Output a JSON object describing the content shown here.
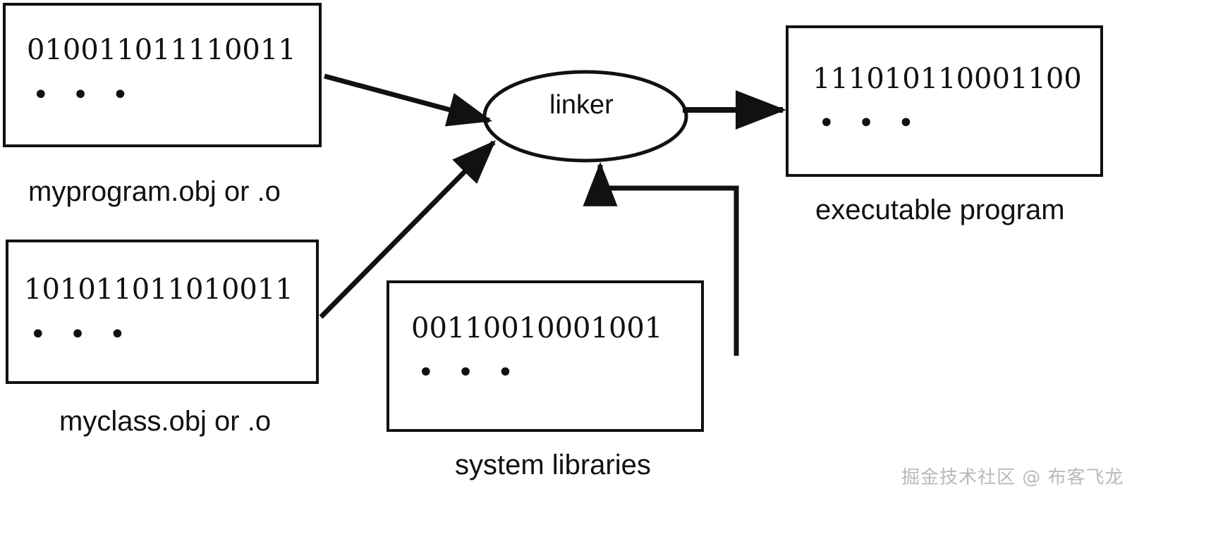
{
  "diagram": {
    "title": "linker diagram",
    "colors": {
      "stroke": "#111111",
      "background": "#ffffff",
      "watermark": "#b9b9b9"
    },
    "nodes": {
      "myprogram_obj": {
        "binary": "010011011110011",
        "ellipsis": "• • •",
        "caption": "myprogram.obj or .o"
      },
      "myclass_obj": {
        "binary": "101011011010011",
        "ellipsis": "• • •",
        "caption": "myclass.obj or .o"
      },
      "system_libraries": {
        "binary": "00110010001001",
        "ellipsis": "• • •",
        "caption": "system libraries"
      },
      "executable_program": {
        "binary": "111010110001100",
        "ellipsis": "• • •",
        "caption": "executable program"
      },
      "linker": {
        "label": "linker"
      }
    },
    "edges": [
      {
        "name": "myprogram-to-linker",
        "from": "myprogram_obj",
        "to": "linker"
      },
      {
        "name": "myclass-to-linker",
        "from": "myclass_obj",
        "to": "linker"
      },
      {
        "name": "syslibs-to-linker",
        "from": "system_libraries",
        "to": "linker"
      },
      {
        "name": "linker-to-executable",
        "from": "linker",
        "to": "executable_program"
      }
    ]
  },
  "watermark": {
    "text": "掘金技术社区 @ 布客飞龙"
  }
}
